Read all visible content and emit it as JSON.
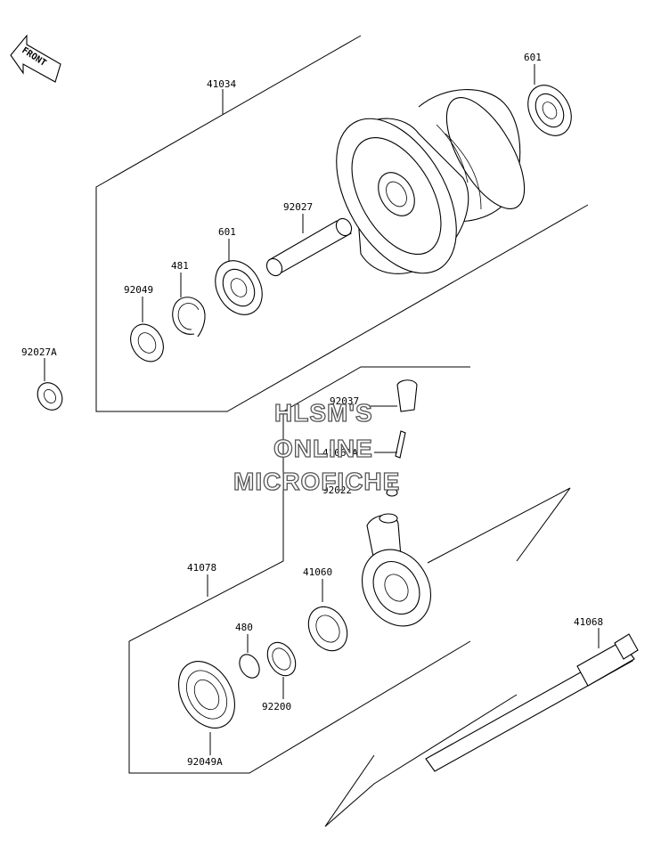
{
  "direction_tag": {
    "text": "FRONT"
  },
  "watermark": {
    "line1": "HLSM'S",
    "line2": "ONLINE",
    "line3": "MICROFICHE"
  },
  "parts": {
    "p41034": "41034",
    "p601_top": "601",
    "p92027": "92027",
    "p601_mid": "601",
    "p481": "481",
    "p92049": "92049",
    "p92027A": "92027A",
    "p92037": "92037",
    "p41060A": "41060A",
    "p92022": "92022",
    "p41078": "41078",
    "p41060": "41060",
    "p480": "480",
    "p92200": "92200",
    "p92049A": "92049A",
    "p41068": "41068"
  }
}
